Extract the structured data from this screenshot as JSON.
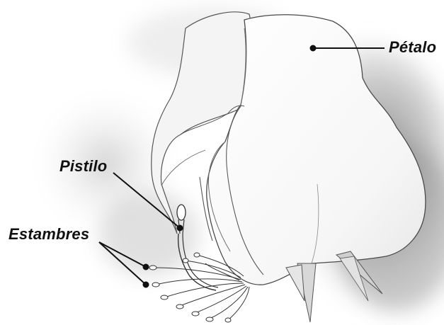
{
  "labels": {
    "petal": "Pétalo",
    "pistil": "Pistilo",
    "stamens": "Estambres"
  },
  "colors": {
    "ink": "#111111",
    "shadow": "#9a9a9a",
    "paper": "#ffffff"
  }
}
